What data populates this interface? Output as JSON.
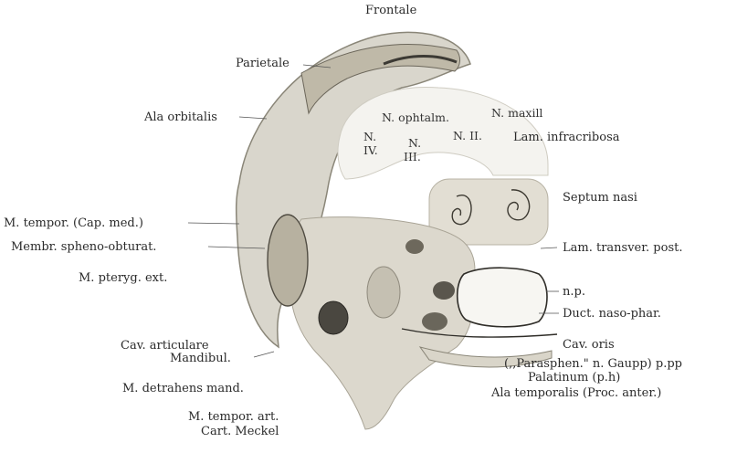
{
  "labels": {
    "frontale": "Frontale",
    "parietale": "Parietale",
    "ala_orbitalis": "Ala orbitalis",
    "n_ophtalm": "N. ophtalm.",
    "n_maxill": "N. maxill",
    "n_iv_top": "N.",
    "n_iv_bottom": "IV.",
    "n_iii_top": "N.",
    "n_iii_bottom": "III.",
    "n_ii": "N. II.",
    "lam_infracribosa": "Lam. infracribosa",
    "septum_nasi": "Septum nasi",
    "m_tempor_cap_med": "M. tempor. (Cap. med.)",
    "membr_spheno_obturat": "Membr. spheno-obturat.",
    "lam_transver_post": "Lam. transver. post.",
    "m_pteryg_ext": "M. pteryg. ext.",
    "n_p": "n.p.",
    "duct_naso_phar": "Duct. naso-phar.",
    "cav_articulare": "Cav. articulare",
    "mandibul": "Mandibul.",
    "cav_oris": "Cav. oris",
    "parasphen": "(,,Parasphen.\" n. Gaupp) p.pp",
    "palatinum": "Palatinum (p.h)",
    "m_detrahens_mand": "M. detrahens mand.",
    "ala_temporalis": "Ala temporalis (Proc. anter.)",
    "m_tempor_art": "M. tempor. art.",
    "cart_meckel": "Cart. Meckel"
  }
}
